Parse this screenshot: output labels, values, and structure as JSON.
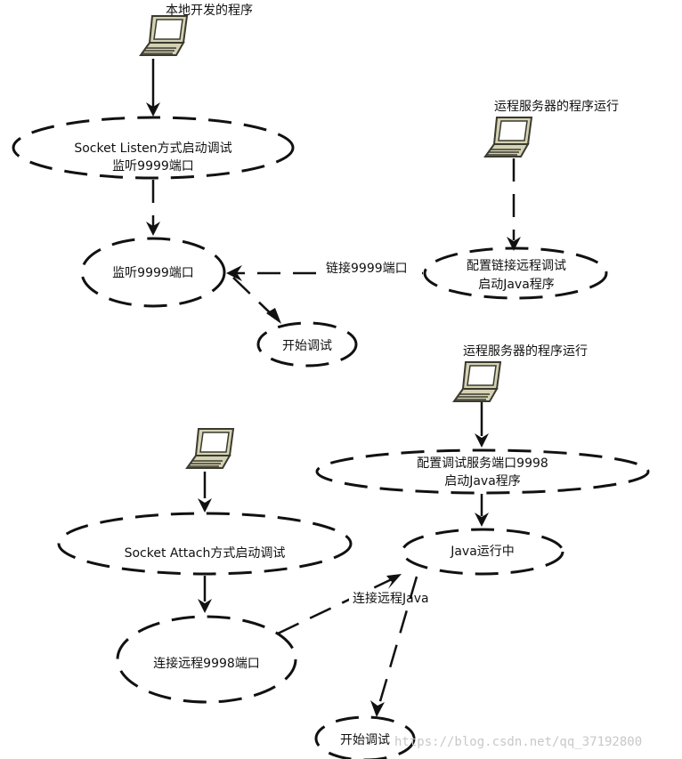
{
  "top": {
    "computer_local_label": "本地开发的程序",
    "computer_remote_label": "运程服务器的程序运行",
    "listen_node_line1": "Socket Listen方式启动调试",
    "listen_node_line2": "监听9999端口",
    "listen_port_node": "监听9999端口",
    "start_debug_node": "开始调试",
    "remote_config_line1": "配置链接远程调试",
    "remote_config_line2": "启动Java程序",
    "connect_edge_label": "链接9999端口"
  },
  "bottom": {
    "computer_remote_label": "运程服务器的程序运行",
    "remote_config_line1": "配置调试服务端口9998",
    "remote_config_line2": "启动Java程序",
    "java_running_node": "Java运行中",
    "attach_node": "Socket Attach方式启动调试",
    "connect_port_node": "连接远程9998端口",
    "connect_edge_label": "连接远程Java",
    "start_debug_node": "开始调试"
  },
  "watermark": "https://blog.csdn.net/qq_37192800",
  "colors": {
    "line": "#111111",
    "laptop_body": "#d4d2b4",
    "laptop_outline": "#3b3a2e",
    "watermark": "#c8c8c8"
  }
}
